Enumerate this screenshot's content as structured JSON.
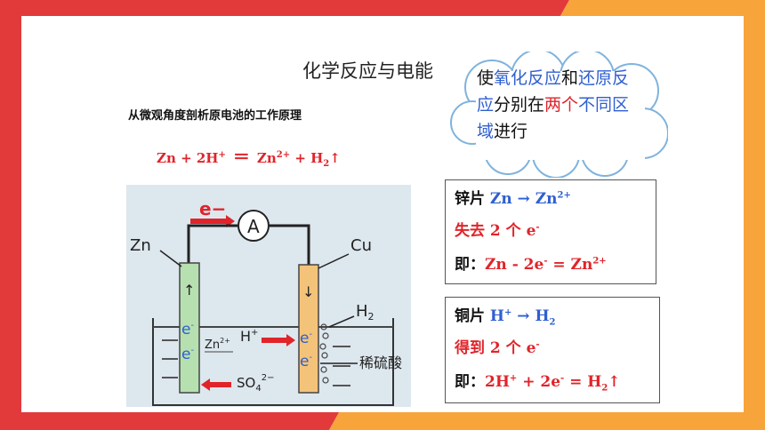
{
  "slide": {
    "title": "化学反应与电能",
    "subtitle": "从微观角度剖析原电池的工作原理",
    "equation": {
      "left": "Zn + 2H",
      "left_sup": "+",
      "sign": "＝",
      "right1": "Zn",
      "right1_sup": "2+",
      "right2": " + H",
      "right2_sub": "2",
      "arrow": "↑"
    },
    "cloud": {
      "part1": "使",
      "part2": "氧化反应",
      "part3": "和",
      "part4": "还原反应",
      "part5": "分别在",
      "part6": "两个",
      "part7": "不同区域",
      "part8": "进行"
    },
    "box_zinc": {
      "l1_a": "锌片 ",
      "l1_b": "Zn → Zn",
      "l1_sup": "2+",
      "l2_a": "失去 2 个 e",
      "l2_sup": "-",
      "l3_a": "即：",
      "l3_b": "Zn - 2e",
      "l3_sup1": "-",
      "l3_c": " = Zn",
      "l3_sup2": "2+"
    },
    "box_copper": {
      "l1_a": "铜片 ",
      "l1_b": "H",
      "l1_sup": "+",
      "l1_c": " → H",
      "l1_sub": "2",
      "l2_a": "得到 2 个 e",
      "l2_sup": "-",
      "l3_a": "即：",
      "l3_b": "2H",
      "l3_sup1": "+",
      "l3_c": " + 2e",
      "l3_sup2": "-",
      "l3_d": " = H",
      "l3_sub": "2",
      "l3_e": "↑"
    }
  },
  "diagram": {
    "electron_label": "e−",
    "ammeter": "A",
    "zn": "Zn",
    "cu": "Cu",
    "h2": "H",
    "h2_sub": "2",
    "acid": "稀硫酸",
    "hplus": "H",
    "hplus_sup": "+",
    "zn2": "Zn",
    "zn2_sup": "2+",
    "so4": "SO",
    "so4_sub": "4",
    "so4_sup": "2−",
    "e_minus": "e",
    "e_sup": "-",
    "up_arrow": "↑",
    "down_arrow": "↓"
  },
  "colors": {
    "frame_red": "#e23a3b",
    "frame_orange": "#f7a43b",
    "blue_text": "#2f5fd0",
    "red_text": "#e0242a",
    "zn_plate": "#b6e0b0",
    "cu_plate": "#f4c37a"
  }
}
